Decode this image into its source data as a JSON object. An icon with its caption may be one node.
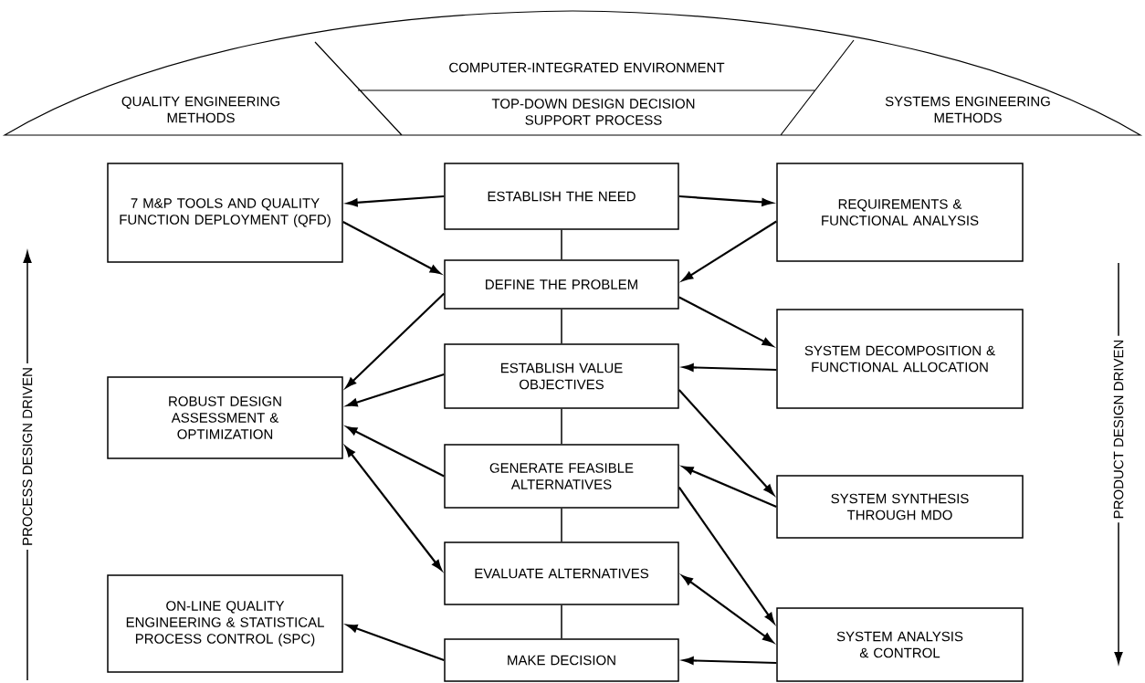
{
  "diagram": {
    "nodes": [
      {
        "text": [
          "COMPUTER-INTEGRATED ENVIRONMENT"
        ]
      },
      {
        "text": [
          "QUALITY ENGINEERING METHODS"
        ]
      },
      {
        "text": [
          "TOP-DOWN DESIGN DECISION SUPPORT PROCESS"
        ]
      },
      {
        "text": [
          "SYSTEMS ENGINEERING METHODS"
        ]
      },
      {
        "text": [
          "7 M&P TOOLS AND QUALITY FUNCTION DEPLOYMENT (QFD)"
        ]
      },
      {
        "text": [
          "ESTABLISH THE NEED"
        ]
      },
      {
        "text": [
          "REQUIREMENTS & FUNCTIONAL ANALYSIS"
        ]
      },
      {
        "text": [
          "DEFINE THE PROBLEM"
        ]
      },
      {
        "text": [
          "SYSTEM DECOMPOSITION & FUNCTIONAL ALLOCATION"
        ]
      },
      {
        "text": [
          "ESTABLISH VALUE OBJECTIVES"
        ]
      },
      {
        "text": [
          "ROBUST DESIGN ASSESSMENT & OPTIMIZATION"
        ]
      },
      {
        "text": [
          "GENERATE FEASIBLE ALTERNATIVES"
        ]
      },
      {
        "text": [
          "SYSTEM SYNTHESIS THROUGH MDO"
        ]
      },
      {
        "text": [
          "EVALUATE ALTERNATIVES"
        ]
      },
      {
        "text": [
          "ON-LINE QUALITY ENGINEERING & STATISTICAL PROCESS CONTROL (SPC)"
        ]
      },
      {
        "text": [
          "MAKE DECISION"
        ]
      },
      {
        "text": [
          "SYSTEM ANALYSIS & CONTROL"
        ]
      }
    ],
    "edges": [
      {
        "from": 5,
        "to": 7,
        "arrow": "none"
      },
      {
        "from": 7,
        "to": 9,
        "arrow": "none"
      },
      {
        "from": 9,
        "to": 11,
        "arrow": "none"
      },
      {
        "from": 11,
        "to": 13,
        "arrow": "none"
      },
      {
        "from": 13,
        "to": 15,
        "arrow": "none"
      },
      {
        "from": 5,
        "to": 4,
        "arrow": "to"
      },
      {
        "from": 4,
        "to": 7,
        "arrow": "to"
      },
      {
        "from": 5,
        "to": 6,
        "arrow": "to"
      },
      {
        "from": 6,
        "to": 7,
        "arrow": "to"
      },
      {
        "from": 7,
        "to": 10,
        "arrow": "to"
      },
      {
        "from": 7,
        "to": 8,
        "arrow": "to"
      },
      {
        "from": 8,
        "to": 9,
        "arrow": "to"
      },
      {
        "from": 9,
        "to": 10,
        "arrow": "to"
      },
      {
        "from": 9,
        "to": 12,
        "arrow": "to"
      },
      {
        "from": 11,
        "to": 10,
        "arrow": "to"
      },
      {
        "from": 10,
        "to": 13,
        "arrow": "both"
      },
      {
        "from": 12,
        "to": 11,
        "arrow": "to"
      },
      {
        "from": 11,
        "to": 16,
        "arrow": "to"
      },
      {
        "from": 13,
        "to": 16,
        "arrow": "both"
      },
      {
        "from": 16,
        "to": 15,
        "arrow": "to"
      },
      {
        "from": 15,
        "to": 14,
        "arrow": "to"
      }
    ],
    "labels": [
      "PROCESS DESIGN DRIVEN",
      "PRODUCT DESIGN DRIVEN"
    ]
  }
}
